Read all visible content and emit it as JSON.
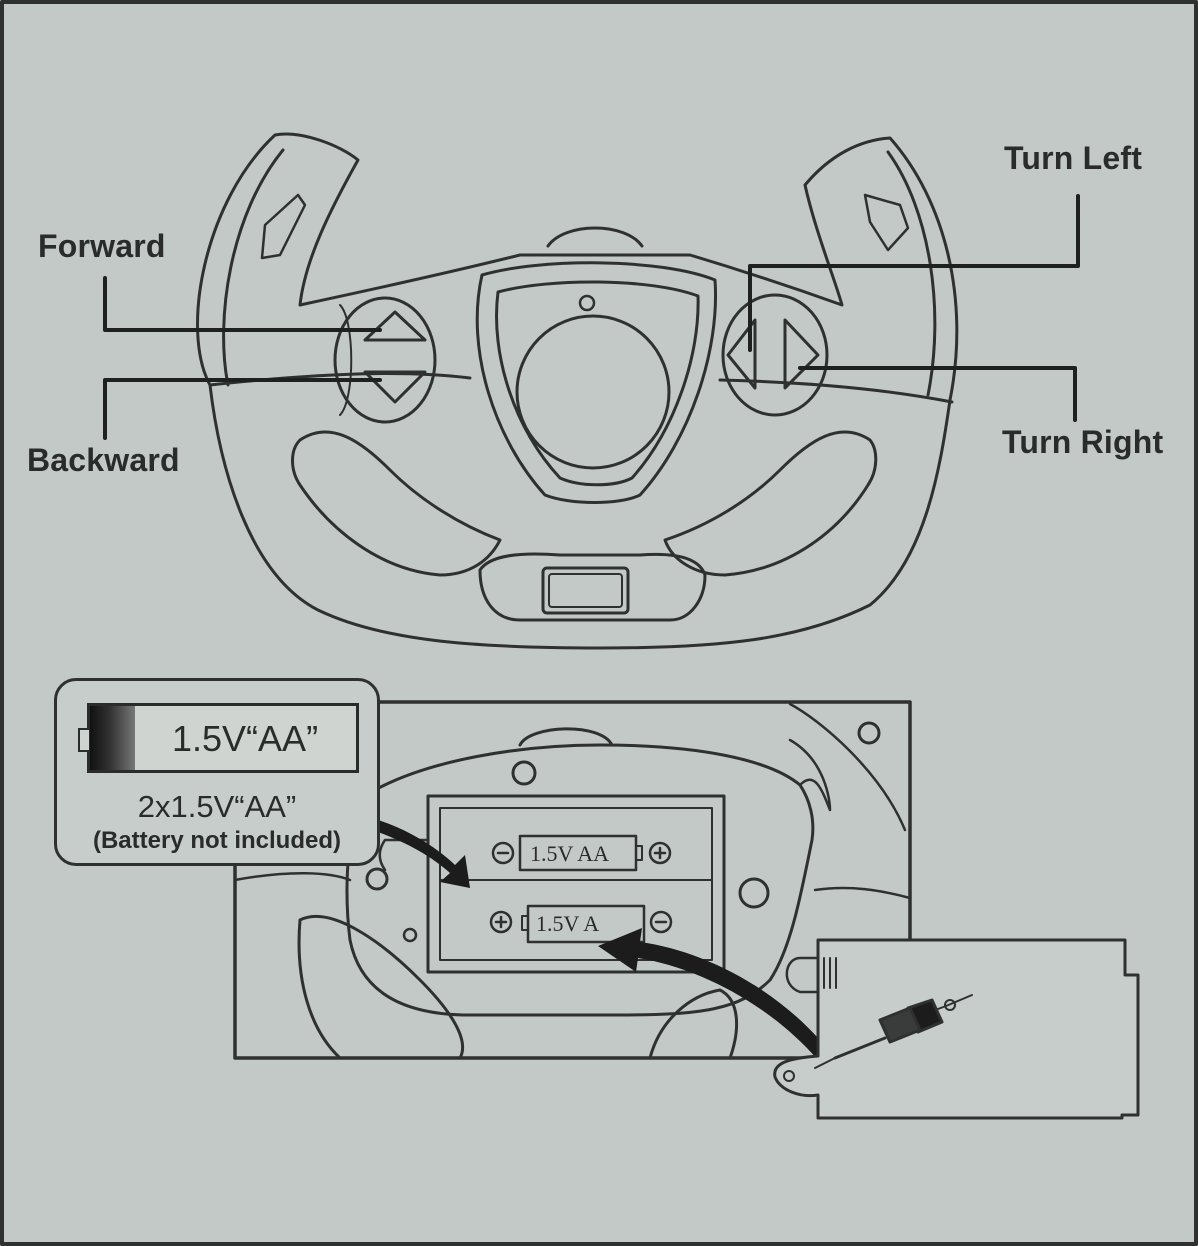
{
  "controller": {
    "labels": {
      "forward": "Forward",
      "backward": "Backward",
      "turn_left": "Turn Left",
      "turn_right": "Turn Right"
    }
  },
  "battery_info": {
    "battery_type": "1.5V“AA”",
    "quantity": "2x1.5V“AA”",
    "note": "(Battery not included)"
  },
  "battery_compartment": {
    "cells": [
      {
        "label": "1.5V AA",
        "left_sign": "−",
        "right_sign": "+"
      },
      {
        "label": "1.5V A",
        "left_sign": "+",
        "right_sign": "−"
      }
    ]
  },
  "colors": {
    "background": "#c3c9c6",
    "ink": "#2a2c2b"
  }
}
